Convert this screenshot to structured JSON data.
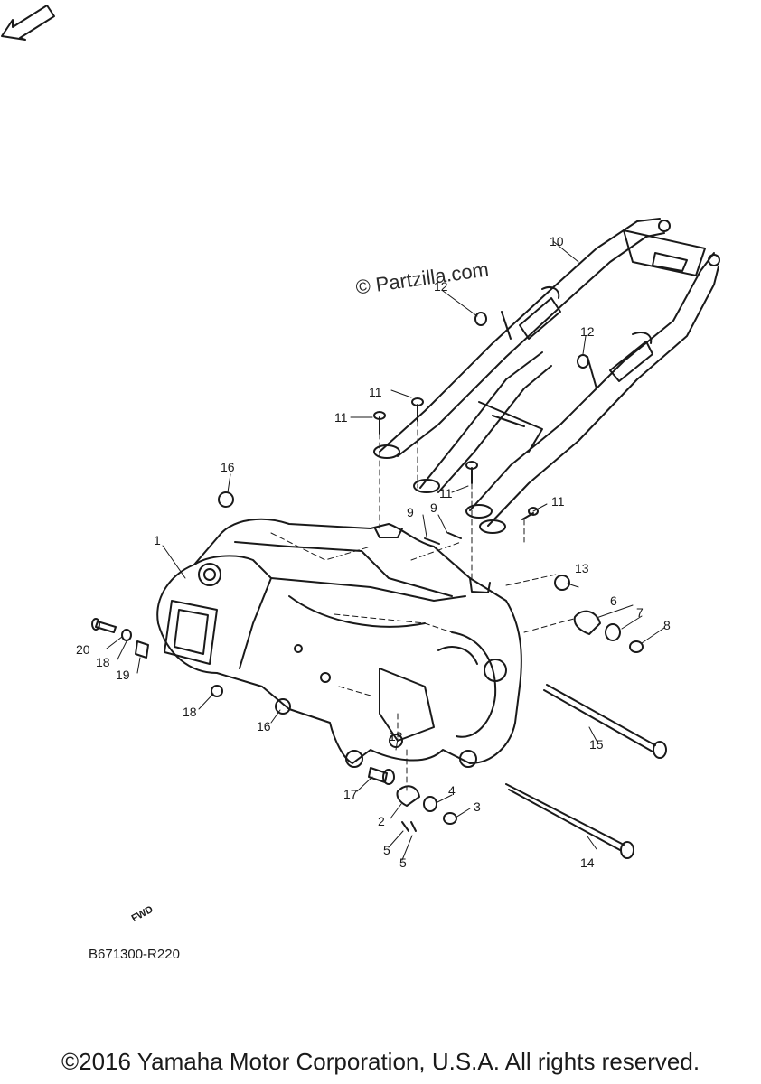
{
  "watermark": "© Partzilla.com",
  "diagram_code": "B671300-R220",
  "copyright": "©2016 Yamaha Motor Corporation, U.S.A. All rights reserved.",
  "fwd_label": "FWD",
  "callouts": [
    {
      "id": "c1",
      "label": "1"
    },
    {
      "id": "c2",
      "label": "2"
    },
    {
      "id": "c3",
      "label": "3"
    },
    {
      "id": "c4",
      "label": "4"
    },
    {
      "id": "c5a",
      "label": "5"
    },
    {
      "id": "c5b",
      "label": "5"
    },
    {
      "id": "c6",
      "label": "6"
    },
    {
      "id": "c7",
      "label": "7"
    },
    {
      "id": "c8",
      "label": "8"
    },
    {
      "id": "c9a",
      "label": "9"
    },
    {
      "id": "c9b",
      "label": "9"
    },
    {
      "id": "c10",
      "label": "10"
    },
    {
      "id": "c11a",
      "label": "11"
    },
    {
      "id": "c11b",
      "label": "11"
    },
    {
      "id": "c11c",
      "label": "11"
    },
    {
      "id": "c11d",
      "label": "11"
    },
    {
      "id": "c12a",
      "label": "12"
    },
    {
      "id": "c12b",
      "label": "12"
    },
    {
      "id": "c13a",
      "label": "13"
    },
    {
      "id": "c13b",
      "label": "13"
    },
    {
      "id": "c14",
      "label": "14"
    },
    {
      "id": "c15",
      "label": "15"
    },
    {
      "id": "c16a",
      "label": "16"
    },
    {
      "id": "c16b",
      "label": "16"
    },
    {
      "id": "c17",
      "label": "17"
    },
    {
      "id": "c18a",
      "label": "18"
    },
    {
      "id": "c18b",
      "label": "18"
    },
    {
      "id": "c19",
      "label": "19"
    },
    {
      "id": "c20",
      "label": "20"
    }
  ]
}
